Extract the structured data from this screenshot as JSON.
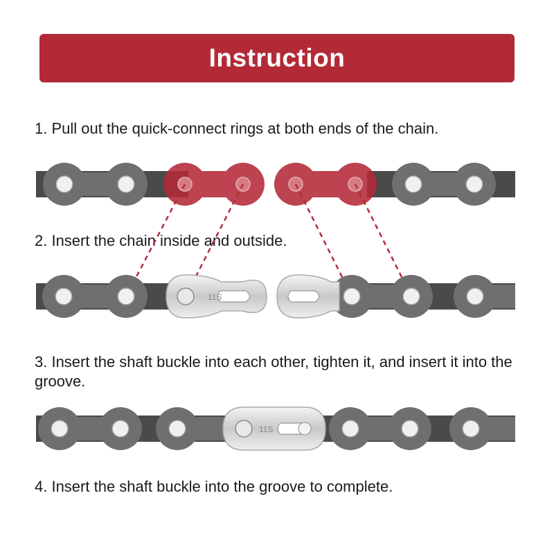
{
  "banner": {
    "title": "Instruction",
    "color": "#b32a37"
  },
  "steps": [
    {
      "text": "1. Pull out the quick-connect rings at both ends of the chain."
    },
    {
      "text": "2. Insert the chain inside and outside."
    },
    {
      "text": "3. Insert the shaft buckle into each other, tighten it, and insert it into the groove."
    },
    {
      "text": "4. Insert the shaft buckle into the groove to complete."
    }
  ],
  "link_marking": "11S",
  "colors": {
    "chain_dark": "#4a4a4a",
    "plate_gray": "#6f6f6f",
    "pin_white": "#f0f0f0",
    "highlight_red": "#b32a37",
    "link_silver": "#d8d8d8"
  }
}
